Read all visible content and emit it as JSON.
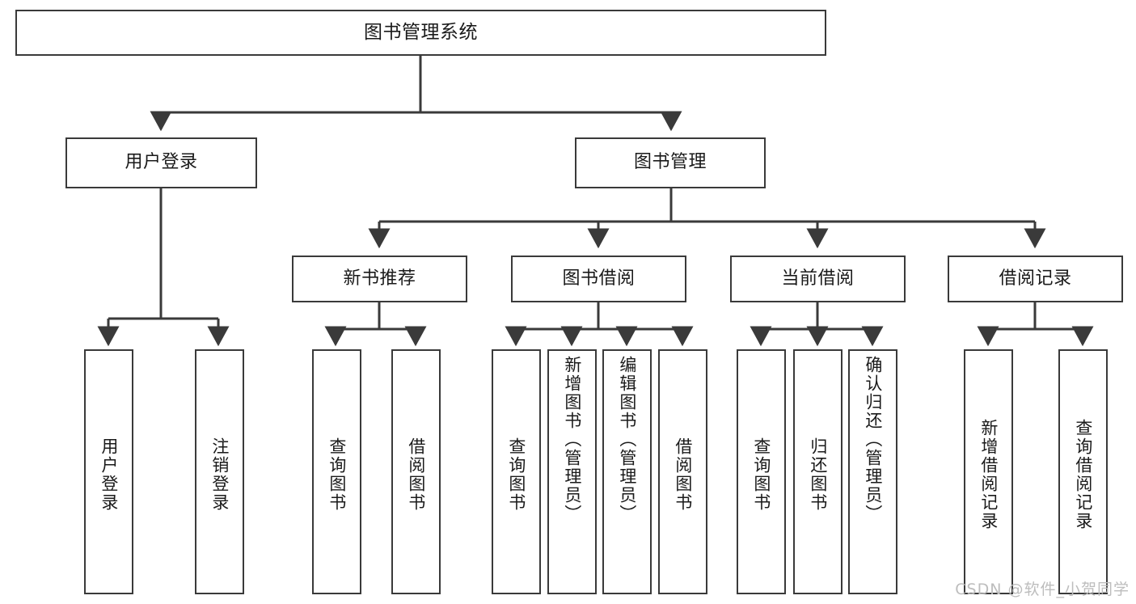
{
  "diagram": {
    "type": "tree",
    "title": "图书管理系统",
    "orientation": "top-down",
    "colors": {
      "stroke": "#3a3a3a",
      "fill": "#ffffff",
      "text": "#1a1a1a",
      "watermark": "#bdbdbd"
    },
    "root": {
      "label": "图书管理系统"
    },
    "level2": [
      {
        "label": "用户登录"
      },
      {
        "label": "图书管理"
      }
    ],
    "level3": [
      {
        "label": "新书推荐"
      },
      {
        "label": "图书借阅"
      },
      {
        "label": "当前借阅"
      },
      {
        "label": "借阅记录"
      }
    ],
    "leaves": {
      "user_login": [
        {
          "label": "用户登录"
        },
        {
          "label": "注销登录"
        }
      ],
      "new_book_recommend": [
        {
          "label": "查询图书"
        },
        {
          "label": "借阅图书"
        }
      ],
      "book_borrow": [
        {
          "label": "查询图书"
        },
        {
          "label": "新增图书（管理员）"
        },
        {
          "label": "编辑图书（管理员）"
        },
        {
          "label": "借阅图书"
        }
      ],
      "current_borrow": [
        {
          "label": "查询图书"
        },
        {
          "label": "归还图书"
        },
        {
          "label": "确认归还（管理员）"
        }
      ],
      "borrow_record": [
        {
          "label": "新增借阅记录"
        },
        {
          "label": "查询借阅记录"
        }
      ]
    }
  },
  "watermark": {
    "text": "CSDN @软件_小贺同学"
  }
}
